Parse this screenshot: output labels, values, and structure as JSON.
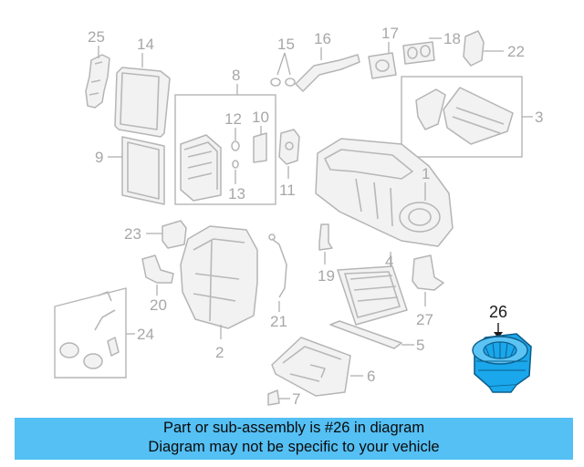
{
  "diagram": {
    "part_labels": {
      "p1": "1",
      "p2": "2",
      "p3": "3",
      "p4": "4",
      "p5": "5",
      "p6": "6",
      "p7": "7",
      "p8": "8",
      "p9": "9",
      "p10": "10",
      "p11": "11",
      "p12": "12",
      "p13": "13",
      "p14": "14",
      "p15": "15",
      "p16": "16",
      "p17": "17",
      "p18": "18",
      "p19": "19",
      "p20": "20",
      "p21": "21",
      "p22": "22",
      "p23": "23",
      "p24": "24",
      "p25": "25",
      "p26": "26",
      "p27": "27"
    },
    "highlighted_part": "26",
    "highlight_color": "#1aa7ec",
    "banner_color": "#55c0f4"
  },
  "banner": {
    "line1": "Part or sub-assembly is #26 in diagram",
    "line2": "Diagram may not be specific to your vehicle"
  }
}
